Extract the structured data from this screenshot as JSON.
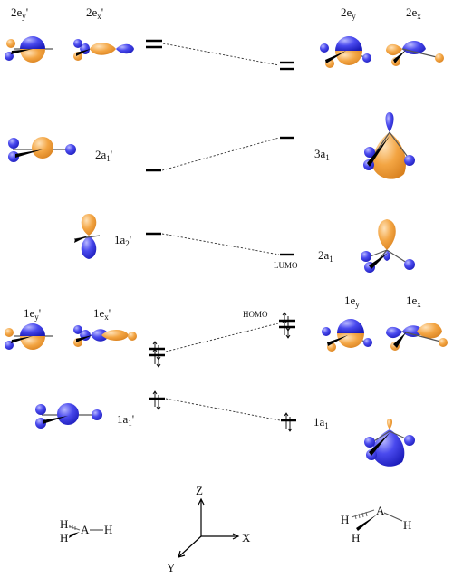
{
  "colors": {
    "blue_lobe": "#3838e8",
    "orange_lobe": "#f3a543",
    "level": "#000000"
  },
  "planar": {
    "levels": [
      {
        "label": "2e",
        "sub": "y",
        "prime": "'",
        "icon": "orbital-2ey-prime"
      },
      {
        "label": "2e",
        "sub": "x",
        "prime": "'",
        "icon": "orbital-2ex-prime"
      },
      {
        "label": "2a",
        "sub": "1",
        "prime": "'",
        "icon": "orbital-2a1-prime"
      },
      {
        "label": "1a",
        "sub": "2",
        "prime": "'",
        "icon": "orbital-1a2-prime"
      },
      {
        "label": "1e",
        "sub": "y",
        "prime": "'",
        "icon": "orbital-1ey-prime"
      },
      {
        "label": "1e",
        "sub": "x",
        "prime": "'",
        "icon": "orbital-1ex-prime"
      },
      {
        "label": "1a",
        "sub": "1",
        "prime": "'",
        "icon": "orbital-1a1-prime"
      }
    ],
    "geometry": {
      "center": "A",
      "ligand": "H"
    }
  },
  "pyramidal": {
    "levels": [
      {
        "label": "2e",
        "sub": "y",
        "icon": "orbital-2ey"
      },
      {
        "label": "2e",
        "sub": "x",
        "icon": "orbital-2ex"
      },
      {
        "label": "3a",
        "sub": "1",
        "icon": "orbital-3a1"
      },
      {
        "label": "2a",
        "sub": "1",
        "icon": "orbital-2a1"
      },
      {
        "label": "1e",
        "sub": "y",
        "icon": "orbital-1ey"
      },
      {
        "label": "1e",
        "sub": "x",
        "icon": "orbital-1ex"
      },
      {
        "label": "1a",
        "sub": "1",
        "icon": "orbital-1a1"
      }
    ],
    "geometry": {
      "center": "A",
      "ligand": "H"
    }
  },
  "annotations": {
    "lumo": "LUMO",
    "homo": "HOMO"
  },
  "axes": {
    "z": "Z",
    "x": "X",
    "y": "Y"
  }
}
